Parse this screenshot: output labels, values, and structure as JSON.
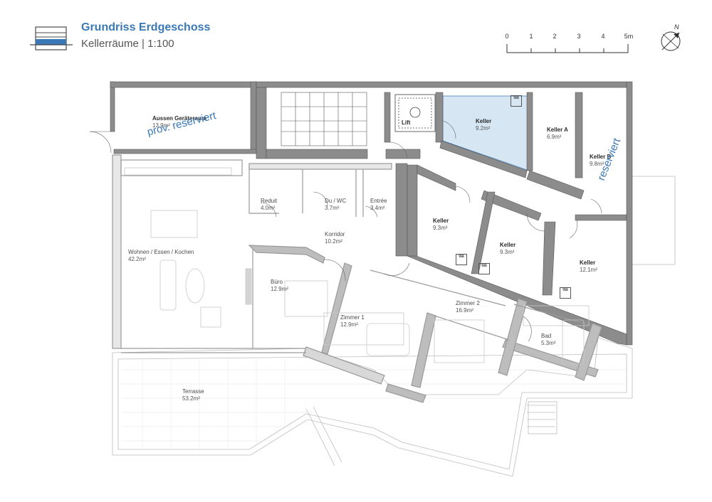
{
  "header": {
    "title": "Grundriss Erdgeschoss",
    "subtitle": "Kellerräume | 1:100"
  },
  "scale_bar": {
    "ticks": [
      "0",
      "1",
      "2",
      "3",
      "4",
      "5m"
    ]
  },
  "north": {
    "label": "N"
  },
  "legend": {
    "colors": {
      "frame": "#4a4a4a",
      "accent": "#3a78b6"
    }
  },
  "colors": {
    "wall": "#8c8c8c",
    "wall_dark": "#555555",
    "highlight_fill": "#d6e6f3",
    "note_blue": "#3a78b6",
    "furniture": "#c8c8c8"
  },
  "rooms": [
    {
      "name": "Aussen Geräteraum",
      "area": "13.9m²"
    },
    {
      "name": "Keller",
      "area": "9.2m²"
    },
    {
      "name": "Keller A",
      "area": "6.9m²"
    },
    {
      "name": "Keller B",
      "area": "9.8m²"
    },
    {
      "name": "Reduit",
      "area": "4.0m²"
    },
    {
      "name": "Du / WC",
      "area": "3.7m²"
    },
    {
      "name": "Entrée",
      "area": "3.4m²"
    },
    {
      "name": "Korridor",
      "area": "10.2m²"
    },
    {
      "name": "Wohnen / Essen / Kochen",
      "area": "42.2m²"
    },
    {
      "name": "Keller",
      "area": "9.3m²"
    },
    {
      "name": "Keller",
      "area": "9.3m²"
    },
    {
      "name": "Keller",
      "area": "12.1m²"
    },
    {
      "name": "Büro",
      "area": "12.9m²"
    },
    {
      "name": "Zimmer 1",
      "area": "12.9m²"
    },
    {
      "name": "Zimmer 2",
      "area": "16.9m²"
    },
    {
      "name": "Bad",
      "area": "5.3m²"
    },
    {
      "name": "Terrasse",
      "area": "53.2m²"
    }
  ],
  "labels": {
    "lift": "Lift",
    "wash_line1": "WA",
    "wash_line2": "TU"
  },
  "notes": {
    "reserved_1": "prov. reserviert",
    "reserved_2": "reserviert"
  }
}
